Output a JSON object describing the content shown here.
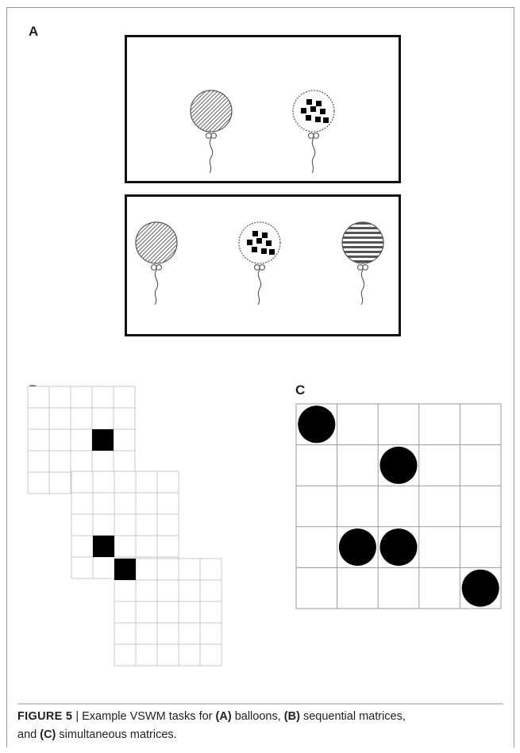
{
  "panels": {
    "a_label": "A",
    "b_label": "B",
    "c_label": "C"
  },
  "panel_a": {
    "top_row": [
      "diagonal",
      "squares"
    ],
    "bottom_row": [
      "diagonal",
      "squares",
      "horizontal"
    ]
  },
  "panel_b": {
    "grid_size": 5,
    "sequence": [
      {
        "row": 2,
        "col": 3
      },
      {
        "row": 3,
        "col": 1
      },
      {
        "row": 0,
        "col": 0
      }
    ]
  },
  "panel_c": {
    "grid_size": 5,
    "dots": [
      {
        "row": 0,
        "col": 0
      },
      {
        "row": 1,
        "col": 2
      },
      {
        "row": 3,
        "col": 1
      },
      {
        "row": 3,
        "col": 2
      },
      {
        "row": 4,
        "col": 4
      }
    ]
  },
  "caption": {
    "figure_label": "FIGURE 5",
    "separator": "|",
    "text_1": "Example VSWM tasks for",
    "a_ref": "(A)",
    "text_2": "balloons,",
    "b_ref": "(B)",
    "text_3": "sequential matrices,",
    "text_4": "and",
    "c_ref": "(C)",
    "text_5": "simultaneous matrices."
  }
}
